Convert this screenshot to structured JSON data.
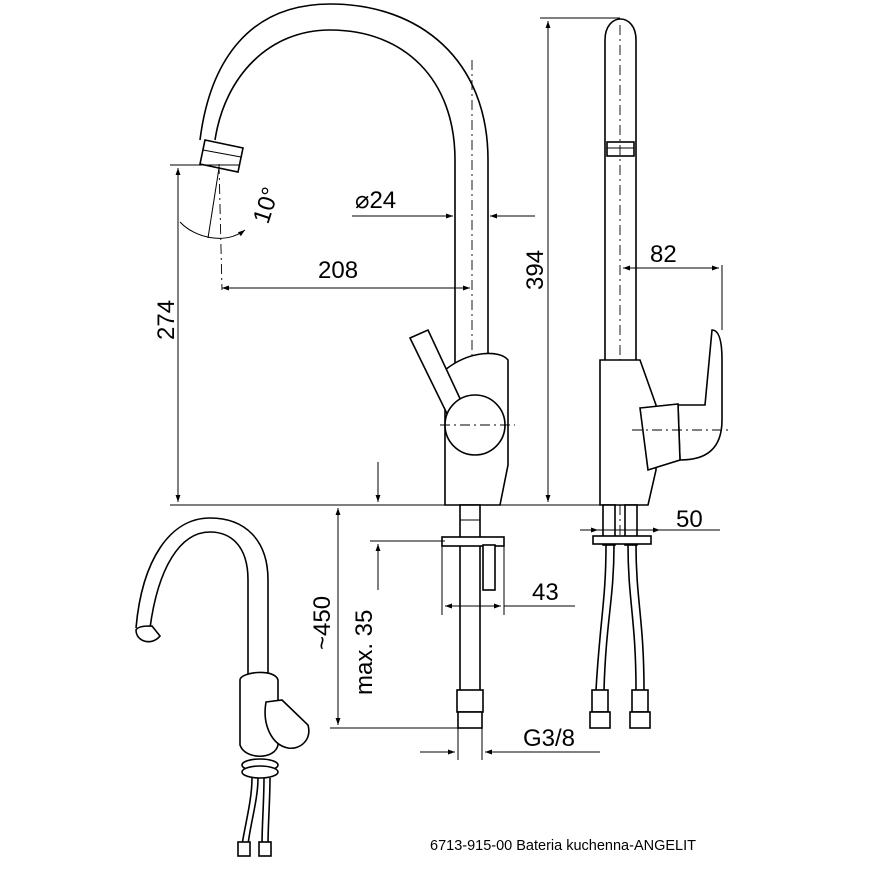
{
  "dimensions": {
    "height_total": "394",
    "spout_reach": "208",
    "spout_height": "274",
    "spout_diameter": "⌀24",
    "spout_angle": "10°",
    "handle_depth": "82",
    "base_diameter": "50",
    "hose_length": "~450",
    "counter_thickness": "max. 35",
    "mount_width": "43",
    "thread": "G3/8"
  },
  "caption": "6713-915-00 Bateria kuchenna-ANGELIT"
}
